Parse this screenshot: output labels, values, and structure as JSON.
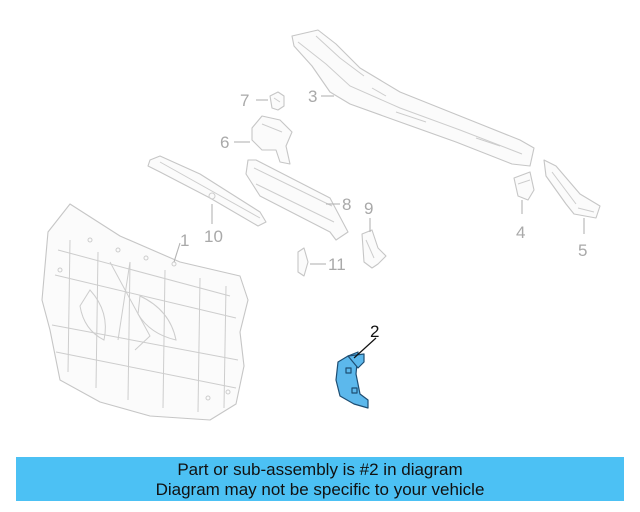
{
  "diagram": {
    "callouts": [
      "1",
      "2",
      "3",
      "4",
      "5",
      "6",
      "7",
      "8",
      "9",
      "10",
      "11"
    ],
    "highlighted_part": "2",
    "colors": {
      "highlight_fill": "#5cb8ec",
      "highlight_stroke": "#1e4e73",
      "banner": "#4cc1f4",
      "part_line": "#c6c6c6"
    }
  },
  "banner": {
    "line1": "Part or sub-assembly is #2 in diagram",
    "line2": "Diagram may not be specific to your vehicle"
  }
}
